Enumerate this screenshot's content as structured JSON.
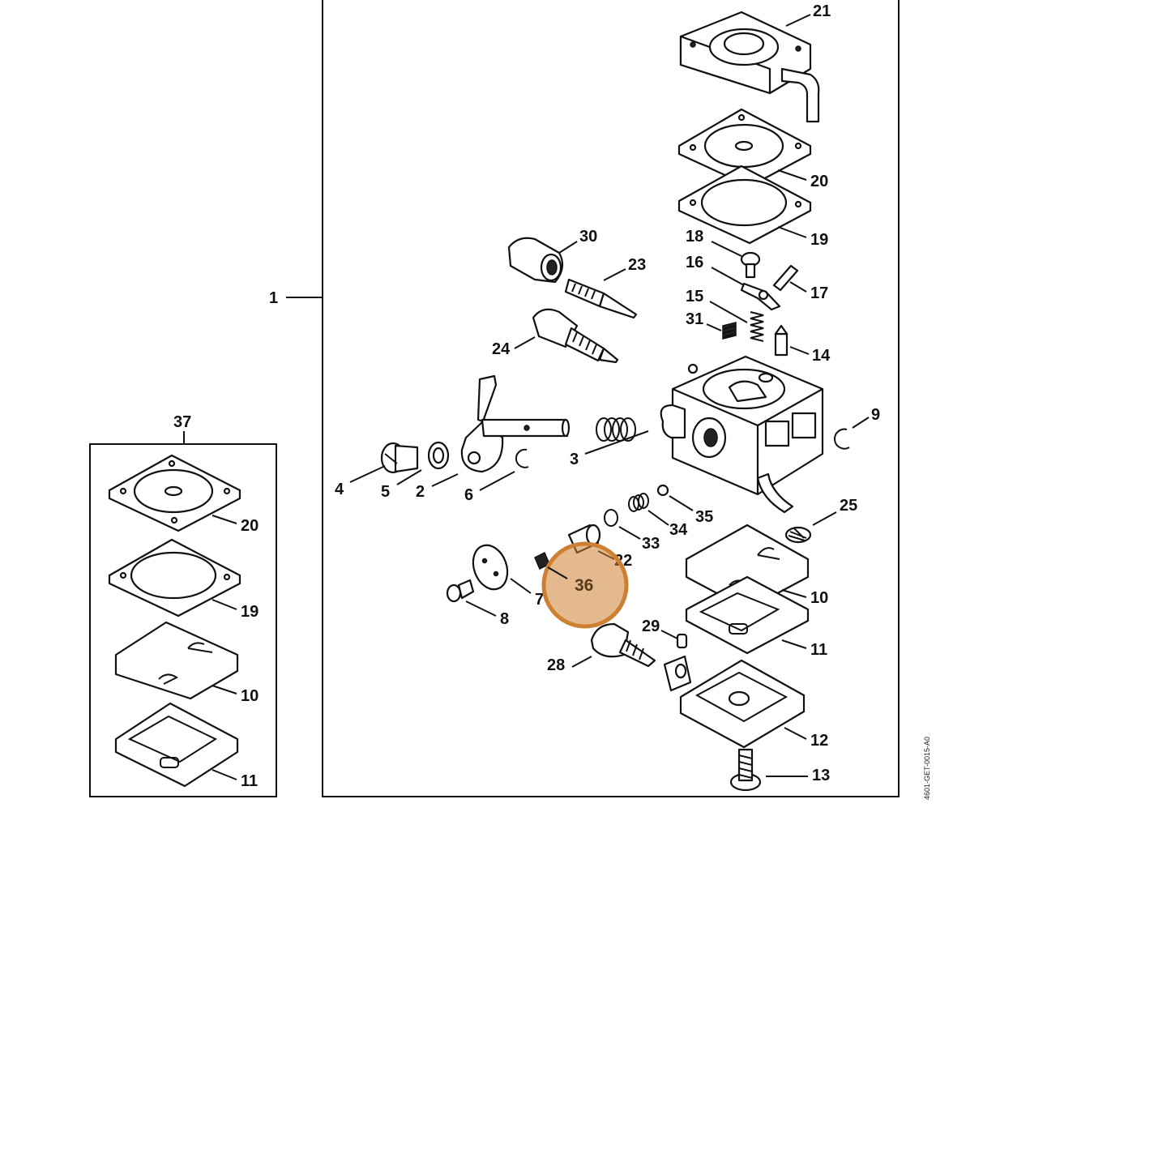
{
  "diagram": {
    "labels": {
      "p1": "1",
      "p2": "2",
      "p3": "3",
      "p4": "4",
      "p5": "5",
      "p6": "6",
      "p7": "7",
      "p8": "8",
      "p9": "9",
      "p10": "10",
      "p11": "11",
      "p12": "12",
      "p13": "13",
      "p14": "14",
      "p15": "15",
      "p16": "16",
      "p17": "17",
      "p18": "18",
      "p19": "19",
      "p20": "20",
      "p21": "21",
      "p22": "22",
      "p23": "23",
      "p24": "24",
      "p25": "25",
      "p28": "28",
      "p29": "29",
      "p30": "30",
      "p31": "31",
      "p33": "33",
      "p34": "34",
      "p35": "35",
      "p36": "36",
      "p37": "37"
    },
    "kit_labels": {
      "k20": "20",
      "k19": "19",
      "k10": "10",
      "k11": "11"
    },
    "drawing_code": "4601-GET-0015-A0",
    "highlight": {
      "part": "36",
      "color": "#cd7f32"
    }
  }
}
